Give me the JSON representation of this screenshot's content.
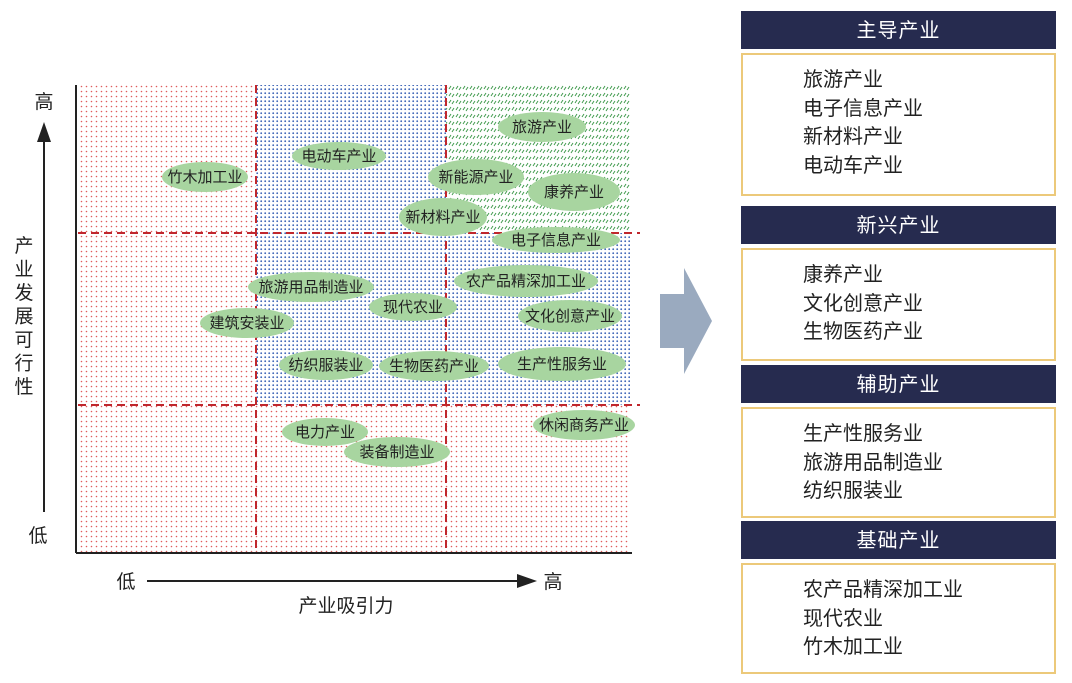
{
  "matrix": {
    "y_axis": {
      "high": "高",
      "low": "低",
      "title": "产业发展可行性"
    },
    "x_axis": {
      "low": "低",
      "high": "高",
      "title": "产业吸引力"
    },
    "zone_colors": {
      "red_dots": "#e05a5a",
      "blue_dots": "#3b63b5",
      "green_dots": "#3f9a4c",
      "dashed_line": "#c0272d"
    },
    "bubble_color": "#a8d5a0",
    "items": [
      {
        "label": "竹木加工业"
      },
      {
        "label": "电动车产业"
      },
      {
        "label": "旅游产业"
      },
      {
        "label": "新能源产业"
      },
      {
        "label": "康养产业"
      },
      {
        "label": "新材料产业"
      },
      {
        "label": "电子信息产业"
      },
      {
        "label": "旅游用品制造业"
      },
      {
        "label": "农产品精深加工业"
      },
      {
        "label": "现代农业"
      },
      {
        "label": "建筑安装业"
      },
      {
        "label": "文化创意产业"
      },
      {
        "label": "纺织服装业"
      },
      {
        "label": "生物医药产业"
      },
      {
        "label": "生产性服务业"
      },
      {
        "label": "电力产业"
      },
      {
        "label": "休闲商务产业"
      },
      {
        "label": "装备制造业"
      }
    ]
  },
  "arrow_color": "#9aaabf",
  "categories": [
    {
      "title": "主导产业",
      "items": [
        "旅游产业",
        "电子信息产业",
        "新材料产业",
        "电动车产业"
      ]
    },
    {
      "title": "新兴产业",
      "items": [
        "康养产业",
        "文化创意产业",
        "生物医药产业"
      ]
    },
    {
      "title": "辅助产业",
      "items": [
        "生产性服务业",
        "旅游用品制造业",
        "纺织服装业"
      ]
    },
    {
      "title": "基础产业",
      "items": [
        "农产品精深加工业",
        "现代农业",
        "竹木加工业"
      ]
    }
  ]
}
